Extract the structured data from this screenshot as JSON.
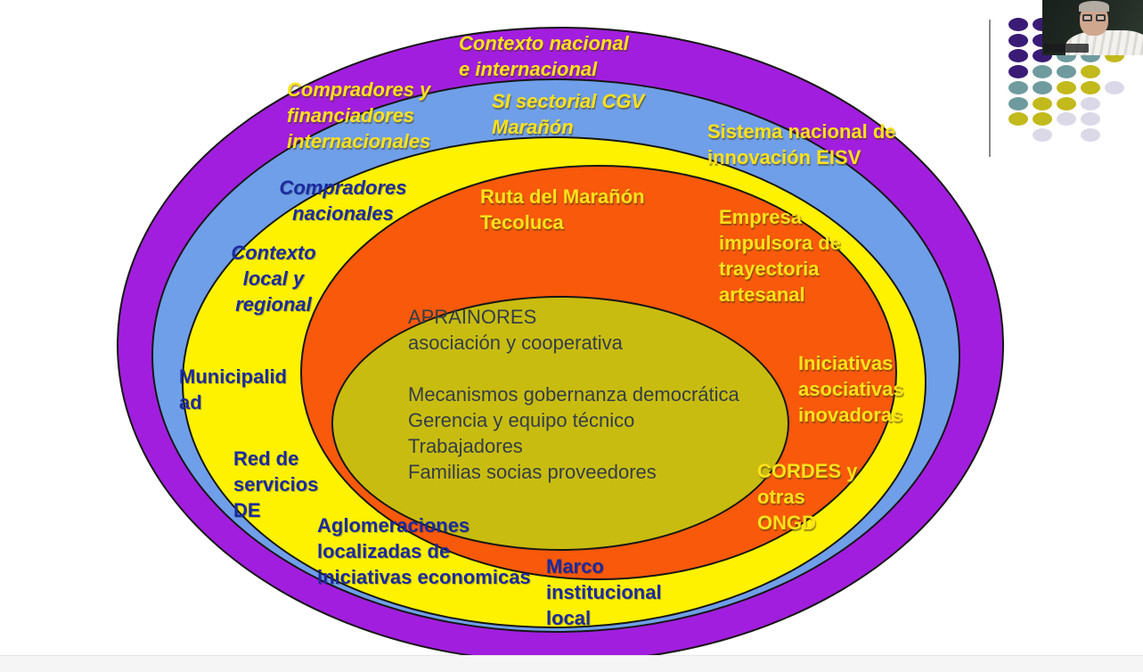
{
  "colors": {
    "ring_outer": "#A21EDE",
    "ring_sectoral": "#6F9FE8",
    "ring_local": "#FFF200",
    "ring_route": "#F8590B",
    "core": "#C9BC10",
    "label_yellow": "#FFE11A",
    "label_navy": "#1B2AA0",
    "core_text": "#333E47"
  },
  "diagram": {
    "labels": {
      "contexto_nacional": "Contexto nacional\ne internacional",
      "compradores_internacionales": "Compradores y\nfinanciadores\ninternacionales",
      "si_sectorial": "SI sectorial CGV\nMarañón",
      "sistema_nacional": "Sistema nacional de\ninnovación EISV",
      "compradores_nacionales": "Compradores\nnacionales",
      "ruta_maranon": "Ruta del Marañón\nTecoluca",
      "empresa_impulsora": "Empresa\nimpulsora de\ntrayectoria\nartesanal",
      "contexto_local": "Contexto\nlocal y\nregional",
      "municipalidad": "Municipalid\nad",
      "aprainores_core": "APRAINORES\nasociación y cooperativa\n\nMecanismos gobernanza democrática\nGerencia y equipo técnico\nTrabajadores\nFamilias socias proveedores",
      "iniciativas_asociativas": "Iniciativas\nasociativas\ninovadoras",
      "cordes": "CORDES y\notras\nONGD",
      "red_servicios": "Red de\nservicios\nDE",
      "aglomeraciones": "Aglomeraciones\nlocalizadas de\niniciativas economicas",
      "marco_institucional": "Marco\ninstitucional\nlocal"
    }
  },
  "decoration": {
    "dot_colors": {
      "P": "#3A1B75",
      "T": "#6F9B9E",
      "Y": "#C2B91D",
      "L": "#DBD8E8"
    },
    "dot_rows": [
      [
        "P",
        "P",
        null,
        null,
        null
      ],
      [
        "P",
        "P",
        null,
        null,
        null
      ],
      [
        "P",
        "P",
        "T",
        "T",
        "Y"
      ],
      [
        "P",
        "T",
        "T",
        "Y",
        null
      ],
      [
        "T",
        "T",
        "Y",
        "Y",
        "L"
      ],
      [
        "T",
        "Y",
        "Y",
        "L",
        null
      ],
      [
        "Y",
        "Y",
        "L",
        "L",
        null
      ],
      [
        null,
        "L",
        null,
        "L",
        null
      ]
    ],
    "col_spacing": 27,
    "row_spacing": 17.7
  }
}
